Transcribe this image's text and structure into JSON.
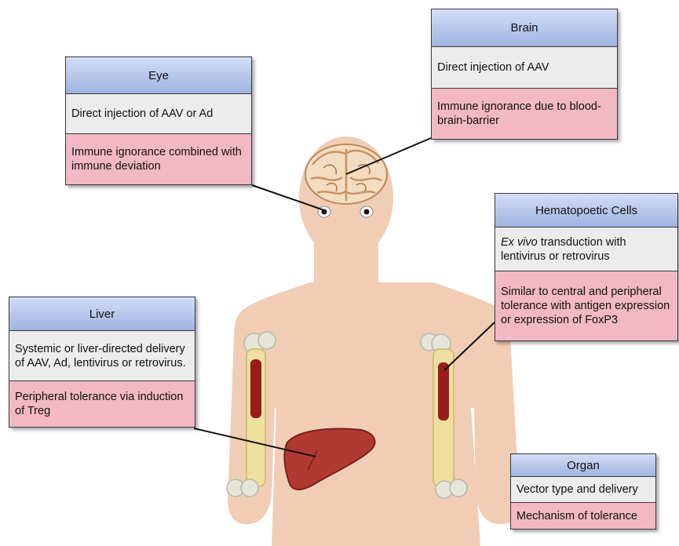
{
  "colors": {
    "skin": "#f1cdb6",
    "header_blue": "#9fb3e0",
    "vector_gray": "#ececec",
    "mechanism_pink": "#f2b8c3",
    "liver": "#b03a32",
    "bone": "#efe0a0",
    "marrow": "#9a1b1b"
  },
  "eye": {
    "title": "Eye",
    "vector": "Direct injection of AAV or Ad",
    "mechanism": "Immune ignorance combined with immune deviation"
  },
  "brain": {
    "title": "Brain",
    "vector": "Direct injection of AAV",
    "mechanism": "Immune ignorance due to blood-brain-barrier"
  },
  "hematopoetic": {
    "title": "Hematopoetic Cells",
    "vector_italic": "Ex vivo",
    "vector_rest": " transduction with lentivirus or retrovirus",
    "mechanism": "Similar to central and peripheral tolerance with antigen expression or expression of FoxP3"
  },
  "liver": {
    "title": "Liver",
    "vector": "Systemic or liver-directed delivery of AAV, Ad, lentivirus or retrovirus.",
    "mechanism": "Peripheral tolerance via induction of Treg"
  },
  "legend": {
    "title": "Organ",
    "vector": "Vector type and delivery",
    "mechanism": "Mechanism of tolerance"
  },
  "icons": [
    "human-body-silhouette",
    "brain-icon",
    "eye-icon",
    "liver-icon",
    "bone-icon"
  ]
}
